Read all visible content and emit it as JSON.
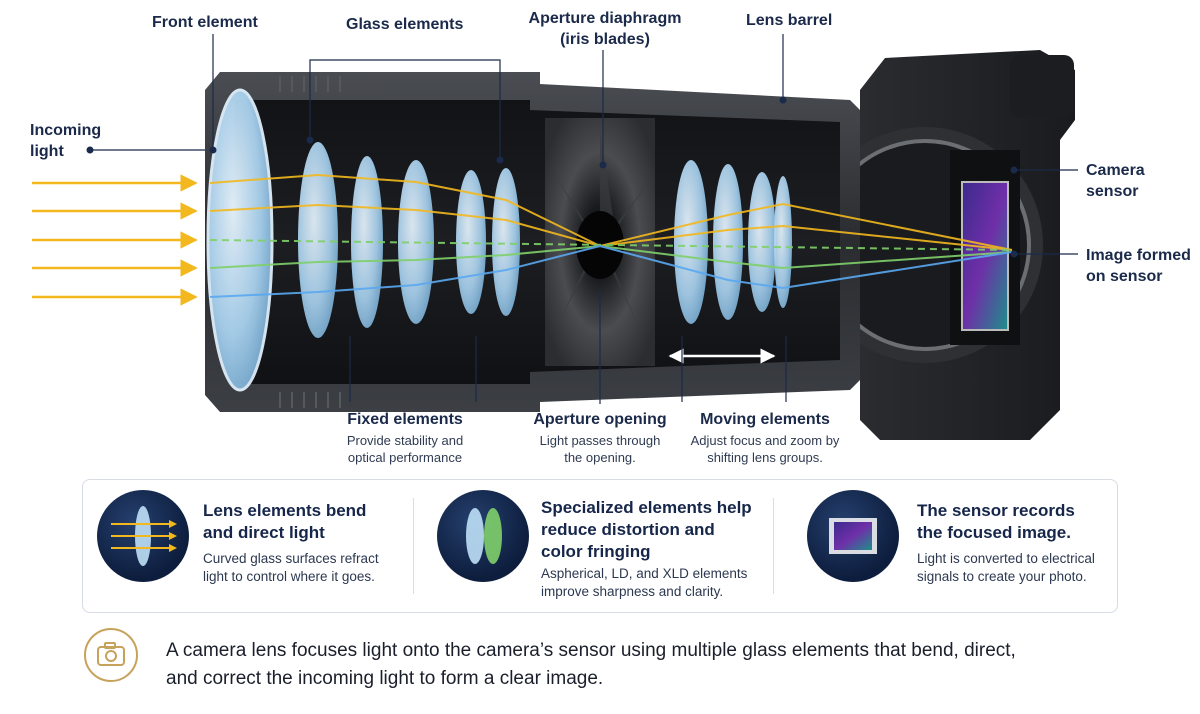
{
  "labels": {
    "front_element": "Front element",
    "glass_elements": "Glass elements",
    "aperture_diaphragm": "Aperture diaphragm",
    "aperture_diaphragm_sub": "(iris blades)",
    "lens_barrel": "Lens barrel",
    "incoming_light_1": "Incoming",
    "incoming_light_2": "light",
    "camera_sensor": "Camera sensor",
    "image_formed_1": "Image formed",
    "image_formed_2": "on sensor"
  },
  "callouts": [
    {
      "title": "Fixed elements",
      "desc_1": "Provide stability and",
      "desc_2": "optical performance"
    },
    {
      "title": "Aperture opening",
      "desc_1": "Light passes through",
      "desc_2": "the opening."
    },
    {
      "title": "Moving elements",
      "desc_1": "Adjust focus and zoom by",
      "desc_2": "shifting lens groups."
    }
  ],
  "features": [
    {
      "title_1": "Lens elements bend",
      "title_2": "and direct light",
      "desc_1": "Curved glass surfaces refract",
      "desc_2": "light to control where it goes.",
      "icon": "light-refraction-icon"
    },
    {
      "title_1": "Specialized elements help",
      "title_2": "reduce distortion and",
      "title_3": "color fringing",
      "desc_1": "Aspherical, LD, and XLD elements",
      "desc_2": "improve sharpness and clarity.",
      "icon": "specialized-lens-icon"
    },
    {
      "title_1": "The sensor records",
      "title_2": "the focused image.",
      "desc_1": "Light is converted to electrical",
      "desc_2": "signals to create your photo.",
      "icon": "sensor-chip-icon"
    }
  ],
  "summary": {
    "icon": "camera-icon",
    "text_1": "A camera lens focuses light onto the camera’s sensor using multiple glass elements that bend, direct,",
    "text_2": "and correct the incoming light to form a clear image."
  },
  "colors": {
    "label_navy": "#1b2a4a",
    "light_yellow": "#f2b81e",
    "light_green": "#7fd06a",
    "light_blue": "#5aa8f0",
    "accent_gold": "#c7a25a"
  }
}
